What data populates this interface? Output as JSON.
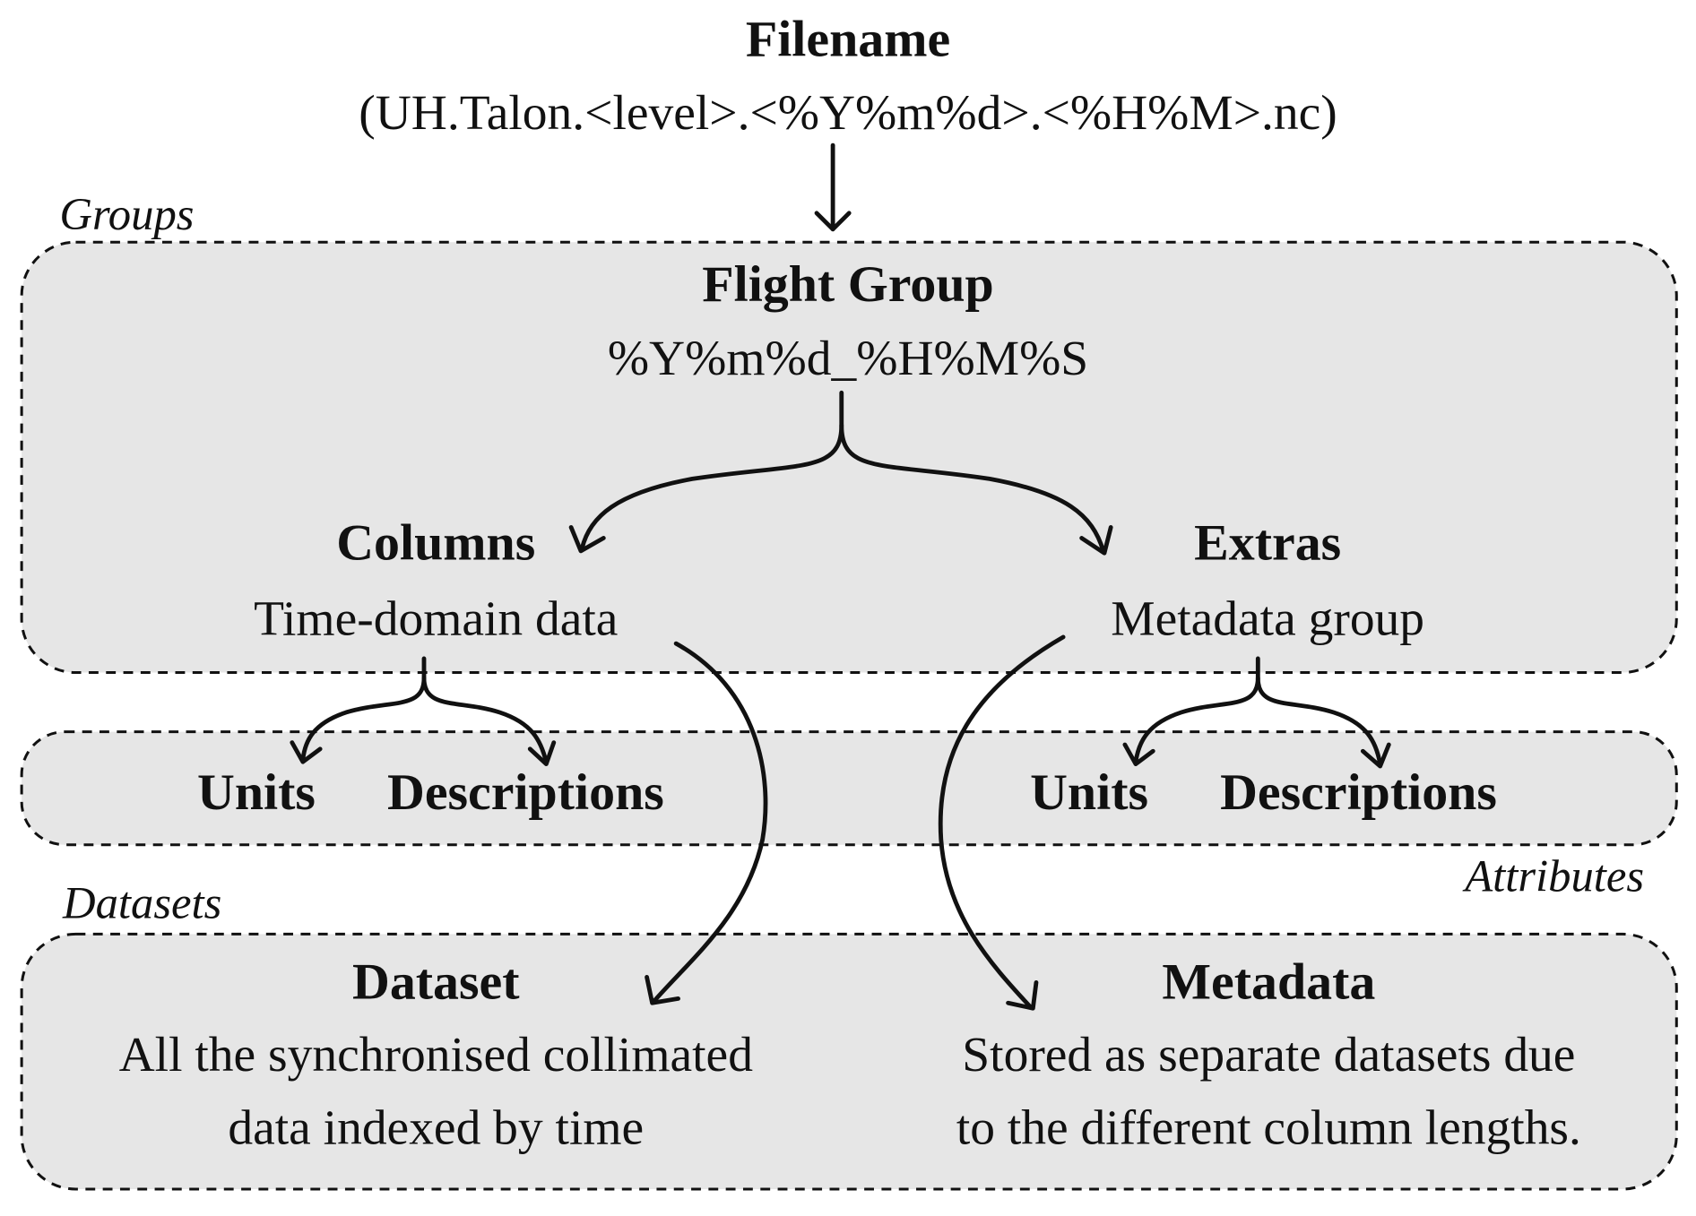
{
  "filename": {
    "title": "Filename",
    "pattern": "(UH.Talon.<level>.<%Y%m%d>.<%H%M>.nc)"
  },
  "groups": {
    "label": "Groups",
    "flight_group": {
      "title": "Flight Group",
      "pattern": "%Y%m%d_%H%M%S"
    },
    "columns": {
      "title": "Columns",
      "desc": "Time-domain data"
    },
    "extras": {
      "title": "Extras",
      "desc": "Metadata group"
    }
  },
  "attributes": {
    "label": "Attributes",
    "left": {
      "units": "Units",
      "descriptions": "Descriptions"
    },
    "right": {
      "units": "Units",
      "descriptions": "Descriptions"
    }
  },
  "datasets": {
    "label": "Datasets",
    "dataset": {
      "title": "Dataset",
      "lines": [
        "All the synchronised collimated",
        "data indexed by time"
      ]
    },
    "metadata": {
      "title": "Metadata",
      "lines": [
        "Stored as separate datasets due",
        "to the different column lengths."
      ]
    }
  }
}
